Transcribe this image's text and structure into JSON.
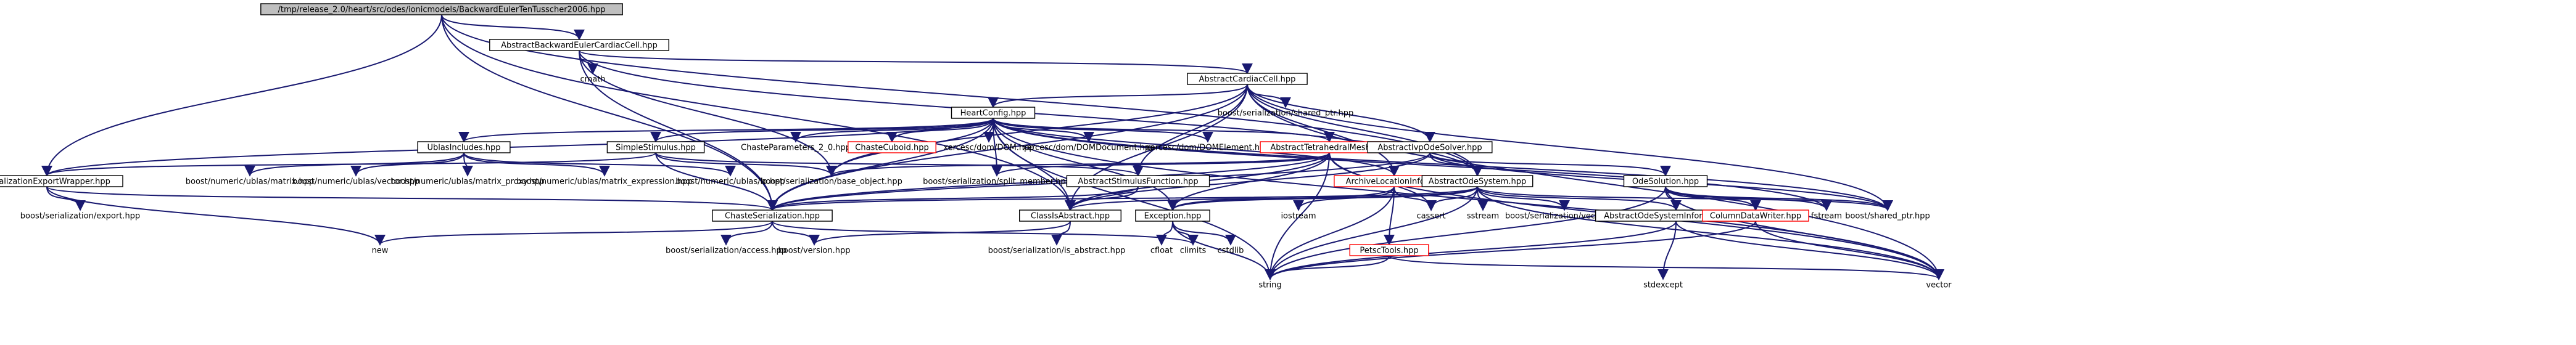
{
  "colors": {
    "edge": "#191970",
    "root_fill": "#bfbfbf",
    "box_stroke": "#000000",
    "red_stroke": "#ff0000",
    "text": "#000000"
  },
  "nodes": [
    {
      "id": "root",
      "label": "/tmp/release_2.0/heart/src/odes/ionicmodels/BackwardEulerTenTusscher2006.hpp",
      "style": "root"
    },
    {
      "id": "abce",
      "label": "AbstractBackwardEulerCardiacCell.hpp",
      "style": "box"
    },
    {
      "id": "cmath",
      "label": "cmath",
      "style": "plain"
    },
    {
      "id": "acc",
      "label": "AbstractCardiacCell.hpp",
      "style": "box"
    },
    {
      "id": "sharedptr_ser",
      "label": "boost/serialization/shared_ptr.hpp",
      "style": "plain"
    },
    {
      "id": "heart",
      "label": "HeartConfig.hpp",
      "style": "box"
    },
    {
      "id": "ublasinc",
      "label": "UblasIncludes.hpp",
      "style": "box"
    },
    {
      "id": "simplestim",
      "label": "SimpleStimulus.hpp",
      "style": "box"
    },
    {
      "id": "chasteparams",
      "label": "ChasteParameters_2_0.hpp",
      "style": "plain"
    },
    {
      "id": "cuboid",
      "label": "ChasteCuboid.hpp",
      "style": "red"
    },
    {
      "id": "xdom",
      "label": "xercesc/dom/DOM.hpp",
      "style": "plain"
    },
    {
      "id": "xdomdoc",
      "label": "xercesc/dom/DOMDocument.hpp",
      "style": "plain"
    },
    {
      "id": "xdomel",
      "label": "xercesc/dom/DOMElement.hpp",
      "style": "plain"
    },
    {
      "id": "atetmesh",
      "label": "AbstractTetrahedralMesh.hpp",
      "style": "red"
    },
    {
      "id": "aivpode",
      "label": "AbstractIvpOdeSolver.hpp",
      "style": "box"
    },
    {
      "id": "serexport",
      "label": "SerializationExportWrapper.hpp",
      "style": "box"
    },
    {
      "id": "umatrix",
      "label": "boost/numeric/ublas/matrix.hpp",
      "style": "plain"
    },
    {
      "id": "uvector",
      "label": "boost/numeric/ublas/vector.hpp",
      "style": "plain"
    },
    {
      "id": "umatrixproxy",
      "label": "boost/numeric/ublas/matrix_proxy.hpp",
      "style": "plain"
    },
    {
      "id": "umatrixexpr",
      "label": "boost/numeric/ublas/matrix_expression.hpp",
      "style": "plain"
    },
    {
      "id": "uio",
      "label": "boost/numeric/ublas/io.hpp",
      "style": "plain"
    },
    {
      "id": "baseobj",
      "label": "boost/serialization/base_object.hpp",
      "style": "plain"
    },
    {
      "id": "splitmember",
      "label": "boost/serialization/split_member.hpp",
      "style": "plain"
    },
    {
      "id": "astim",
      "label": "AbstractStimulusFunction.hpp",
      "style": "box"
    },
    {
      "id": "archloc",
      "label": "ArchiveLocationInfo.hpp",
      "style": "red"
    },
    {
      "id": "aodesys",
      "label": "AbstractOdeSystem.hpp",
      "style": "box"
    },
    {
      "id": "odesol",
      "label": "OdeSolution.hpp",
      "style": "box"
    },
    {
      "id": "serexportb",
      "label": "boost/serialization/export.hpp",
      "style": "plain"
    },
    {
      "id": "chasteser",
      "label": "ChasteSerialization.hpp",
      "style": "box"
    },
    {
      "id": "classisabs",
      "label": "ClassIsAbstract.hpp",
      "style": "box"
    },
    {
      "id": "exception",
      "label": "Exception.hpp",
      "style": "box"
    },
    {
      "id": "iostream",
      "label": "iostream",
      "style": "plain"
    },
    {
      "id": "cassert",
      "label": "cassert",
      "style": "plain"
    },
    {
      "id": "sstream",
      "label": "sstream",
      "style": "plain"
    },
    {
      "id": "servector",
      "label": "boost/serialization/vector.hpp",
      "style": "plain"
    },
    {
      "id": "aodesysinfo",
      "label": "AbstractOdeSystemInformation.hpp",
      "style": "box"
    },
    {
      "id": "colwriter",
      "label": "ColumnDataWriter.hpp",
      "style": "red"
    },
    {
      "id": "fstream",
      "label": "fstream",
      "style": "plain"
    },
    {
      "id": "boostshared",
      "label": "boost/shared_ptr.hpp",
      "style": "plain"
    },
    {
      "id": "new",
      "label": "new",
      "style": "plain"
    },
    {
      "id": "seraccess",
      "label": "boost/serialization/access.hpp",
      "style": "plain"
    },
    {
      "id": "boostversion",
      "label": "boost/version.hpp",
      "style": "plain"
    },
    {
      "id": "isabstract",
      "label": "boost/serialization/is_abstract.hpp",
      "style": "plain"
    },
    {
      "id": "cfloat",
      "label": "cfloat",
      "style": "plain"
    },
    {
      "id": "climits",
      "label": "climits",
      "style": "plain"
    },
    {
      "id": "cstdlib",
      "label": "cstdlib",
      "style": "plain"
    },
    {
      "id": "petsctools",
      "label": "PetscTools.hpp",
      "style": "red"
    },
    {
      "id": "string",
      "label": "string",
      "style": "plain"
    },
    {
      "id": "stdexcept",
      "label": "stdexcept",
      "style": "plain"
    },
    {
      "id": "vector",
      "label": "vector",
      "style": "plain"
    }
  ],
  "edges": [
    [
      "root",
      "abce"
    ],
    [
      "root",
      "serexport"
    ],
    [
      "root",
      "chasteser"
    ],
    [
      "root",
      "aodesys"
    ],
    [
      "root",
      "classisabs"
    ],
    [
      "abce",
      "cmath"
    ],
    [
      "abce",
      "acc"
    ],
    [
      "abce",
      "chasteser"
    ],
    [
      "abce",
      "baseobj"
    ],
    [
      "abce",
      "aodesys"
    ],
    [
      "acc",
      "sharedptr_ser"
    ],
    [
      "acc",
      "heart"
    ],
    [
      "acc",
      "aivpode"
    ],
    [
      "acc",
      "archloc"
    ],
    [
      "acc",
      "astim"
    ],
    [
      "acc",
      "aodesys"
    ],
    [
      "acc",
      "classisabs"
    ],
    [
      "acc",
      "boostshared"
    ],
    [
      "acc",
      "chasteser"
    ],
    [
      "acc",
      "baseobj"
    ],
    [
      "acc",
      "vector"
    ],
    [
      "heart",
      "ublasinc"
    ],
    [
      "heart",
      "simplestim"
    ],
    [
      "heart",
      "chasteparams"
    ],
    [
      "heart",
      "cuboid"
    ],
    [
      "heart",
      "xdom"
    ],
    [
      "heart",
      "xdomdoc"
    ],
    [
      "heart",
      "xdomel"
    ],
    [
      "heart",
      "atetmesh"
    ],
    [
      "heart",
      "archloc"
    ],
    [
      "heart",
      "serexport"
    ],
    [
      "heart",
      "chasteser"
    ],
    [
      "heart",
      "baseobj"
    ],
    [
      "heart",
      "splitmember"
    ],
    [
      "heart",
      "vector"
    ],
    [
      "heart",
      "string"
    ],
    [
      "heart",
      "boostshared"
    ],
    [
      "heart",
      "fstream"
    ],
    [
      "heart",
      "exception"
    ],
    [
      "heart",
      "classisabs"
    ],
    [
      "ublasinc",
      "umatrix"
    ],
    [
      "ublasinc",
      "uvector"
    ],
    [
      "ublasinc",
      "umatrixproxy"
    ],
    [
      "ublasinc",
      "umatrixexpr"
    ],
    [
      "ublasinc",
      "uio"
    ],
    [
      "simplestim",
      "astim"
    ],
    [
      "simplestim",
      "chasteser"
    ],
    [
      "simplestim",
      "baseobj"
    ],
    [
      "simplestim",
      "serexport"
    ],
    [
      "atetmesh",
      "chasteser"
    ],
    [
      "atetmesh",
      "classisabs"
    ],
    [
      "atetmesh",
      "baseobj"
    ],
    [
      "atetmesh",
      "splitmember"
    ],
    [
      "atetmesh",
      "exception"
    ],
    [
      "atetmesh",
      "string"
    ],
    [
      "atetmesh",
      "cassert"
    ],
    [
      "atetmesh",
      "vector"
    ],
    [
      "aivpode",
      "aodesys"
    ],
    [
      "aivpode",
      "odesol"
    ],
    [
      "aivpode",
      "chasteser"
    ],
    [
      "aivpode",
      "classisabs"
    ],
    [
      "aivpode",
      "boostshared"
    ],
    [
      "serexport",
      "serexportb"
    ],
    [
      "serexport",
      "chasteser"
    ],
    [
      "serexport",
      "new"
    ],
    [
      "astim",
      "chasteser"
    ],
    [
      "astim",
      "classisabs"
    ],
    [
      "archloc",
      "exception"
    ],
    [
      "archloc",
      "petsctools"
    ],
    [
      "archloc",
      "iostream"
    ],
    [
      "archloc",
      "string"
    ],
    [
      "archloc",
      "cassert"
    ],
    [
      "aodesys",
      "chasteser"
    ],
    [
      "aodesys",
      "classisabs"
    ],
    [
      "aodesys",
      "exception"
    ],
    [
      "aodesys",
      "cassert"
    ],
    [
      "aodesys",
      "sstream"
    ],
    [
      "aodesys",
      "servector"
    ],
    [
      "aodesys",
      "aodesysinfo"
    ],
    [
      "aodesys",
      "boostshared"
    ],
    [
      "aodesys",
      "vector"
    ],
    [
      "aodesys",
      "string"
    ],
    [
      "odesol",
      "aodesysinfo"
    ],
    [
      "odesol",
      "colwriter"
    ],
    [
      "odesol",
      "fstream"
    ],
    [
      "odesol",
      "boostshared"
    ],
    [
      "odesol",
      "vector"
    ],
    [
      "odesol",
      "string"
    ],
    [
      "chasteser",
      "seraccess"
    ],
    [
      "chasteser",
      "boostversion"
    ],
    [
      "chasteser",
      "new"
    ],
    [
      "chasteser",
      "climits"
    ],
    [
      "classisabs",
      "isabstract"
    ],
    [
      "classisabs",
      "boostversion"
    ],
    [
      "exception",
      "cfloat"
    ],
    [
      "exception",
      "climits"
    ],
    [
      "exception",
      "cstdlib"
    ],
    [
      "exception",
      "string"
    ],
    [
      "petsctools",
      "string"
    ],
    [
      "petsctools",
      "vector"
    ],
    [
      "aodesysinfo",
      "stdexcept"
    ],
    [
      "aodesysinfo",
      "string"
    ],
    [
      "aodesysinfo",
      "vector"
    ],
    [
      "colwriter",
      "string"
    ],
    [
      "colwriter",
      "vector"
    ]
  ]
}
